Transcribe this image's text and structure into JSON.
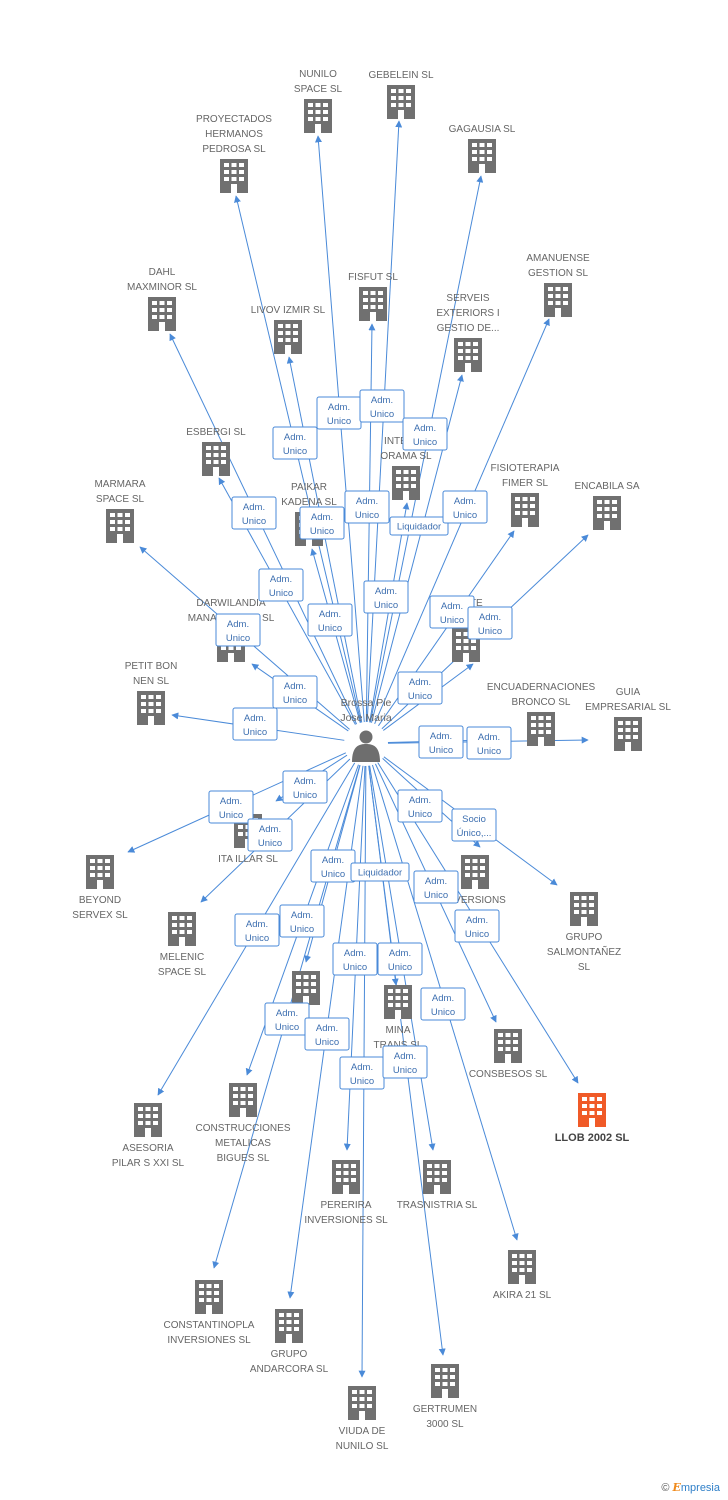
{
  "center": {
    "label_lines": [
      "Brossa Pie",
      "Jose Maria"
    ],
    "icon": "person-icon"
  },
  "colors": {
    "edge": "#4a8ad8",
    "building": "#707070",
    "highlight": "#f05a28",
    "label": "#666666"
  },
  "companies": [
    {
      "id": "nunilo",
      "lines": [
        "NUNILO",
        "SPACE SL"
      ]
    },
    {
      "id": "gebelein",
      "lines": [
        "GEBELEIN  SL"
      ]
    },
    {
      "id": "proyectados",
      "lines": [
        "PROYECTADOS",
        "HERMANOS",
        "PEDROSA SL"
      ]
    },
    {
      "id": "gagausia",
      "lines": [
        "GAGAUSIA SL"
      ]
    },
    {
      "id": "amanuense",
      "lines": [
        "AMANUENSE",
        "GESTION SL"
      ]
    },
    {
      "id": "dahl",
      "lines": [
        "DAHL",
        "MAXMINOR SL"
      ]
    },
    {
      "id": "fisfut",
      "lines": [
        "FISFUT SL"
      ]
    },
    {
      "id": "livov",
      "lines": [
        "LIVOV IZMIR SL"
      ]
    },
    {
      "id": "serveis",
      "lines": [
        "SERVEIS",
        "EXTERIORS I",
        "GESTIO DE..."
      ]
    },
    {
      "id": "esbergi",
      "lines": [
        "ESBERGI SL"
      ]
    },
    {
      "id": "internaorama",
      "lines": [
        "INTERNA",
        "ORAMA SL"
      ]
    },
    {
      "id": "fisioterapia",
      "lines": [
        "FISIOTERAPIA",
        "FIMER SL"
      ]
    },
    {
      "id": "encabila",
      "lines": [
        "ENCABILA SA"
      ]
    },
    {
      "id": "marmara",
      "lines": [
        "MARMARA",
        "SPACE SL"
      ]
    },
    {
      "id": "paikar",
      "lines": [
        "PAIKAR",
        "KADENA SL"
      ]
    },
    {
      "id": "darwilandia",
      "lines": [
        "DARWILANDIA",
        "MANAGEMENT SL"
      ]
    },
    {
      "id": "inote",
      "lines": [
        "IN    OTE",
        "IN"
      ]
    },
    {
      "id": "petitbon",
      "lines": [
        "PETIT BON",
        "NEN SL"
      ]
    },
    {
      "id": "encuadernaciones",
      "lines": [
        "ENCUADERNACIONES",
        "BRONCO SL"
      ]
    },
    {
      "id": "guia",
      "lines": [
        "GUIA",
        "EMPRESARIAL SL"
      ]
    },
    {
      "id": "beyond",
      "lines": [
        "BEYOND",
        "SERVEX SL"
      ]
    },
    {
      "id": "itaillar",
      "lines": [
        "ITA ILLAR SL"
      ]
    },
    {
      "id": "melenic",
      "lines": [
        "MELENIC",
        "SPACE SL"
      ]
    },
    {
      "id": "inversionsla",
      "lines": [
        "INVERSIONS",
        "LA          L",
        "GA"
      ]
    },
    {
      "id": "salmontanez",
      "lines": [
        "GRUPO",
        "SALMONTAÑEZ",
        "SL"
      ]
    },
    {
      "id": "mina",
      "lines": [
        "MINA",
        "TRANS          SL"
      ]
    },
    {
      "id": "consbesos",
      "lines": [
        "CONSBESOS SL"
      ]
    },
    {
      "id": "llob",
      "lines": [
        "LLOB 2002 SL"
      ],
      "highlight": true
    },
    {
      "id": "asesoria",
      "lines": [
        "ASESORIA",
        "PILAR S XXI SL"
      ]
    },
    {
      "id": "construcciones",
      "lines": [
        "CONSTRUCCIONES",
        "METALICAS",
        "BIGUES SL"
      ]
    },
    {
      "id": "pererira",
      "lines": [
        "PERERIRA",
        "INVERSIONES SL"
      ]
    },
    {
      "id": "trasnistria",
      "lines": [
        "TRASNISTRIA SL"
      ]
    },
    {
      "id": "akira",
      "lines": [
        "AKIRA 21 SL"
      ]
    },
    {
      "id": "constantinopla",
      "lines": [
        "CONSTANTINOPLA",
        "INVERSIONES SL"
      ]
    },
    {
      "id": "andarcora",
      "lines": [
        "GRUPO",
        "ANDARCORA SL"
      ]
    },
    {
      "id": "gertrumen",
      "lines": [
        "GERTRUMEN",
        "3000 SL"
      ]
    },
    {
      "id": "viuda",
      "lines": [
        "VIUDA DE",
        "NUNILO SL"
      ]
    },
    {
      "id": "unlabeled-a",
      "lines": []
    }
  ],
  "edge_labels": [
    [
      "Adm.",
      "Unico"
    ],
    [
      "Adm.",
      "Unico"
    ],
    [
      "Adm.",
      "Unico"
    ],
    [
      "Adm.",
      "Unico"
    ],
    [
      "Adm.",
      "Unico"
    ],
    [
      "Adm.",
      "Unico"
    ],
    [
      "Adm.",
      "Unico"
    ],
    [
      "Liquidador"
    ],
    [
      "Adm.",
      "Unico"
    ],
    [
      "Adm.",
      "Unico"
    ],
    [
      "Adm.",
      "Unico"
    ],
    [
      "Adm.",
      "Unico"
    ],
    [
      "Adm.",
      "Unico"
    ],
    [
      "Adm.",
      "Unico"
    ],
    [
      "Adm.",
      "Unico"
    ],
    [
      "Adm.",
      "Unico"
    ],
    [
      "Adm.",
      "Unico"
    ],
    [
      "Adm.",
      "Unico"
    ],
    [
      "Adm.",
      "Unico"
    ],
    [
      "Adm.",
      "Unico"
    ],
    [
      "Adm.",
      "Unico"
    ],
    [
      "Adm.",
      "Unico"
    ],
    [
      "Adm.",
      "Unico"
    ],
    [
      "Socio",
      "Único,..."
    ],
    [
      "Adm.",
      "Unico"
    ],
    [
      "Adm.",
      "Unico"
    ],
    [
      "Liquidador"
    ],
    [
      "Adm.",
      "Unico"
    ],
    [
      "Adm.",
      "Unico"
    ],
    [
      "Adm.",
      "Unico"
    ],
    [
      "Adm.",
      "Unico"
    ],
    [
      "Adm.",
      "Unico"
    ],
    [
      "Adm.",
      "Unico"
    ],
    [
      "Adm.",
      "Unico"
    ],
    [
      "Adm.",
      "Unico"
    ],
    [
      "Adm.",
      "Unico"
    ],
    [
      "Adm.",
      "Unico"
    ],
    [
      "Adm.",
      "Unico"
    ]
  ],
  "brand": {
    "copyright": "©",
    "name_first": "E",
    "name_rest": "mpresia"
  }
}
